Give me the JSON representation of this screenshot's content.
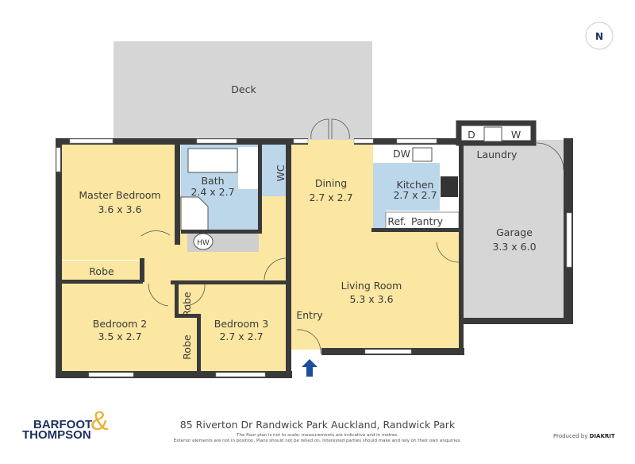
{
  "rooms": {
    "deck": {
      "name": "Deck"
    },
    "master": {
      "name": "Master Bedroom",
      "size": "3.6 x 3.6"
    },
    "bath": {
      "name": "Bath",
      "size": "2.4 x 2.7"
    },
    "wc": {
      "name": "WC"
    },
    "hw": {
      "name": "HW"
    },
    "robe1": {
      "name": "Robe"
    },
    "robe2": {
      "name": "Robe"
    },
    "robe3": {
      "name": "Robe"
    },
    "bedroom2": {
      "name": "Bedroom 2",
      "size": "3.5 x 2.7"
    },
    "bedroom3": {
      "name": "Bedroom 3",
      "size": "2.7 x 2.7"
    },
    "dining": {
      "name": "Dining",
      "size": "2.7 x 2.7"
    },
    "kitchen": {
      "name": "Kitchen",
      "size": "2.7 x 2.7"
    },
    "dw": {
      "name": "DW"
    },
    "ref": {
      "name": "Ref."
    },
    "pantry": {
      "name": "Pantry"
    },
    "living": {
      "name": "Living Room",
      "size": "5.3 x 3.6"
    },
    "entry": {
      "name": "Entry"
    },
    "laundry": {
      "name": "Laundry"
    },
    "dryer": {
      "name": "D"
    },
    "washer": {
      "name": "W"
    },
    "garage": {
      "name": "Garage",
      "size": "3.3 x 6.0"
    }
  },
  "compass": {
    "label": "N"
  },
  "footer": {
    "address": "85 Riverton Dr Randwick Park Auckland, Randwick Park",
    "note1": "The floor plan is not to scale; measurements are indicative and in metres.",
    "note2": "Exterior elements are not in position. Plans should not be relied on. Interested parties should make and rely on their own enquiries.",
    "logo_line1": "BARFOOT",
    "logo_line2": "THOMPSON",
    "logo_amp": "&",
    "produced_by": "Produced by",
    "producer": "DIAKRIT"
  },
  "colors": {
    "room": "#fbe7a1",
    "wet": "#bcd6ea",
    "exterior": "#d6d6d6",
    "wall": "#3a3a3a",
    "entry_arrow": "#1f4ea0",
    "brand_navy": "#1c2f5e",
    "brand_gold": "#e9b23a"
  }
}
